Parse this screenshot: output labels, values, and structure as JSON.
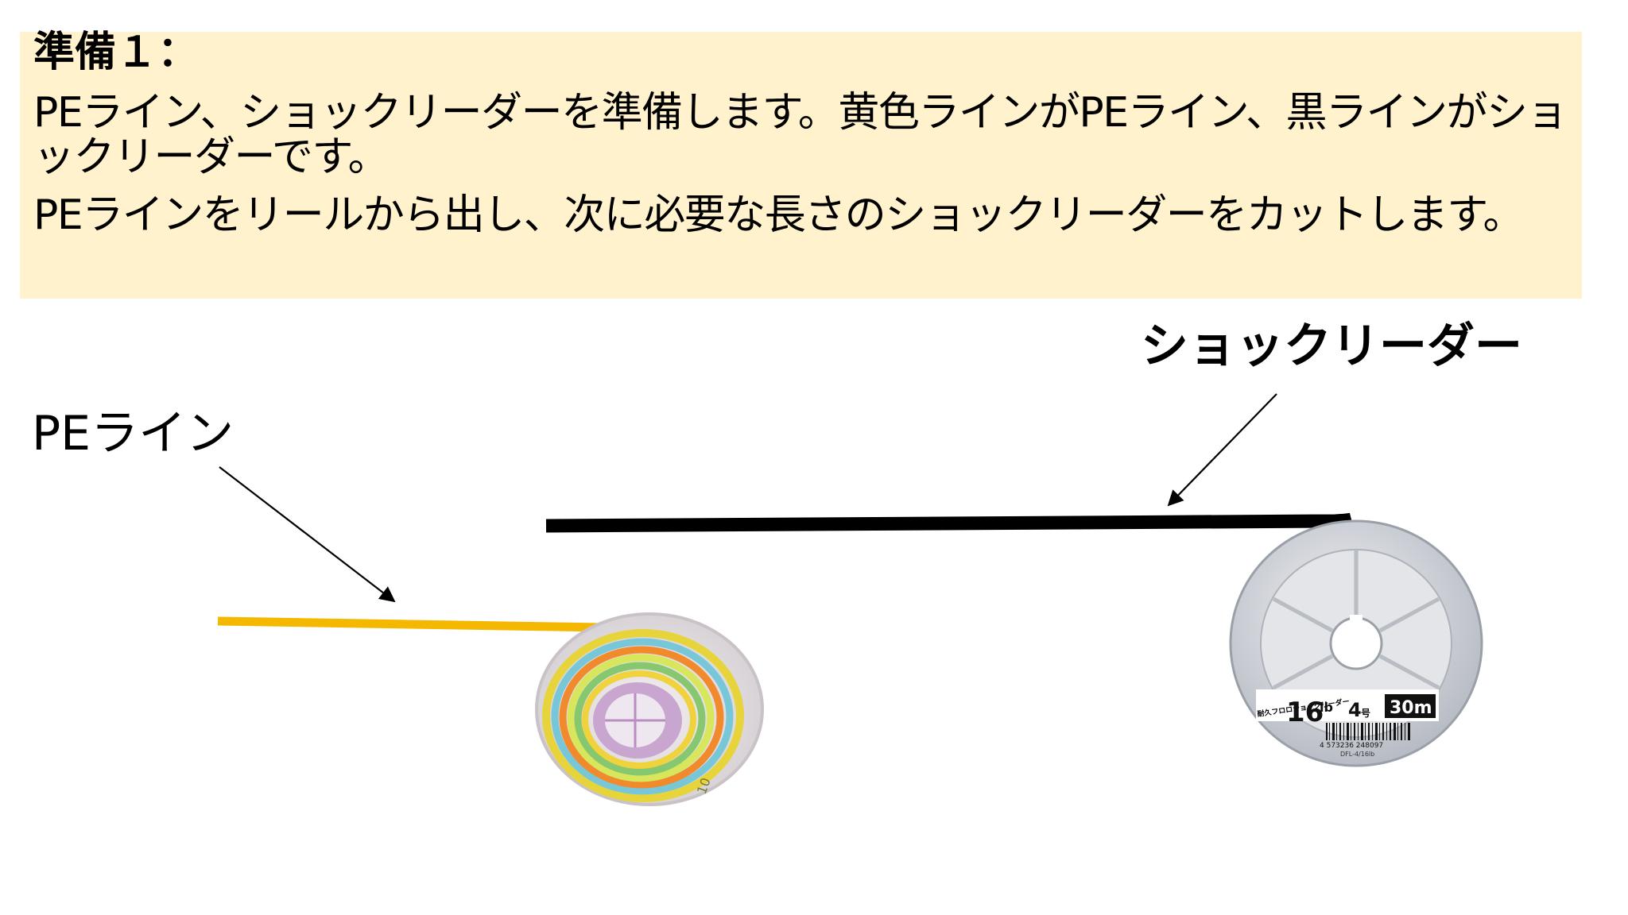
{
  "heading": "準備１：",
  "paragraphs": [
    "PEライン、ショックリーダーを準備します。黄色ラインがPEライン、黒ラインがショックリーダーです。",
    " PEラインをリールから出し、次に必要な長さのショックリーダーをカットします。"
  ],
  "labels": {
    "pe_line": "PEライン",
    "shock_leader": "ショックリーダー"
  },
  "pe_spool": {
    "marking": "10"
  },
  "leader_spool": {
    "strength": "16",
    "strength_unit": "lb",
    "size": "4",
    "size_unit": "号",
    "length": "30m",
    "product_name": "耐久フロロショックリーダー",
    "barcode_number": "4 573236 248097",
    "model": "DFL-4/16lb"
  },
  "colors": {
    "box_background": "#fff2cc",
    "pe_line": "#f5b800",
    "leader_line": "#000000"
  }
}
